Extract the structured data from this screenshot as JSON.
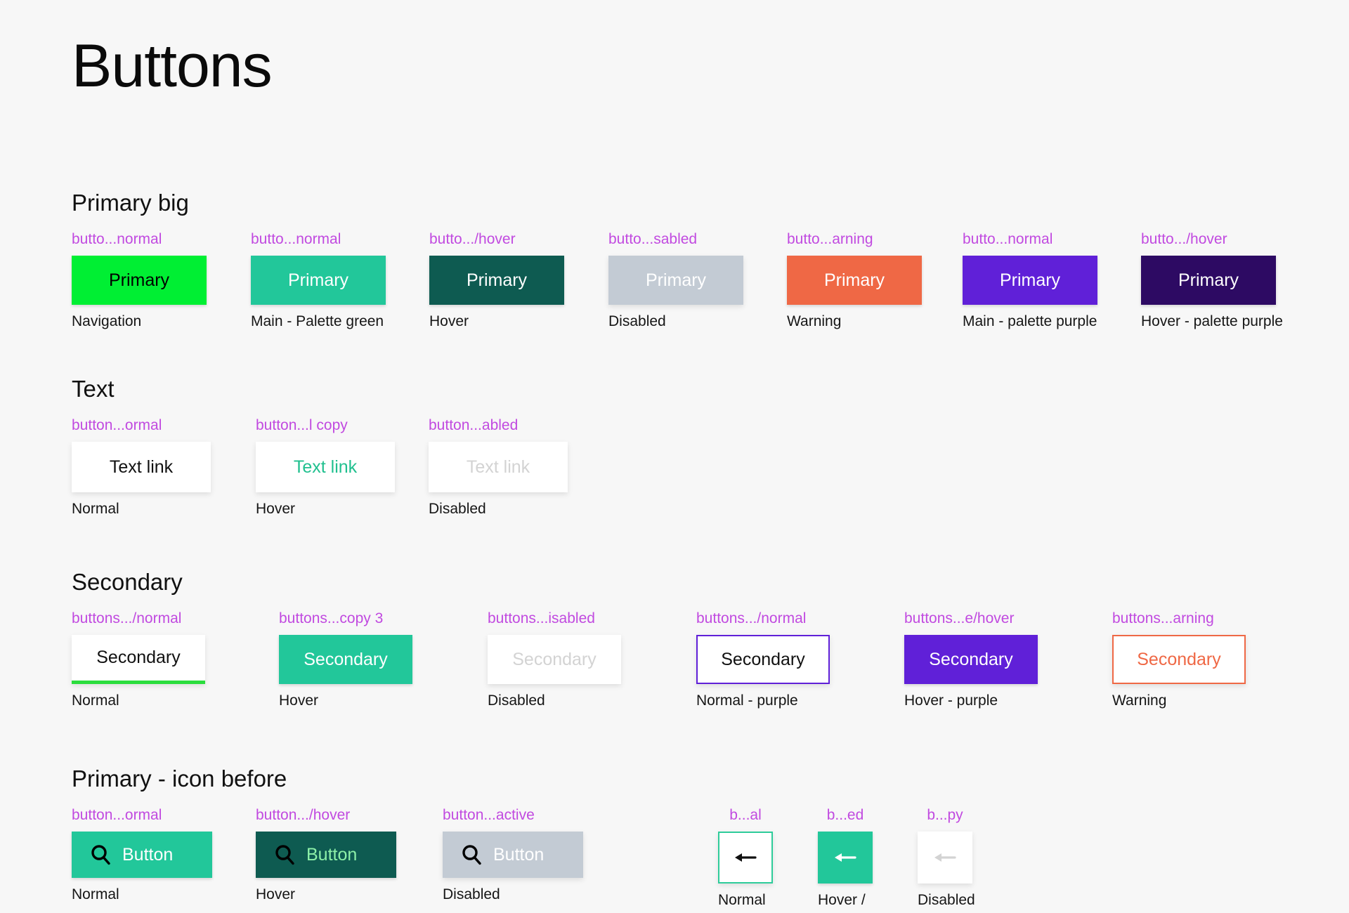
{
  "page": {
    "title": "Buttons",
    "background": "#f7f7f7",
    "label_color": "#c14ae0",
    "caption_color": "#151515"
  },
  "sections": [
    {
      "id": "primary-big",
      "title": "Primary big",
      "items": [
        {
          "label": "butto...normal",
          "text": "Primary",
          "caption": "Navigation",
          "bg": "#00ef33",
          "fg": "#000000",
          "border": "none"
        },
        {
          "label": "butto...normal",
          "text": "Primary",
          "caption": "Main - Palette green",
          "bg": "#22c79a",
          "fg": "#ffffff",
          "border": "none"
        },
        {
          "label": "butto.../hover",
          "text": "Primary",
          "caption": "Hover",
          "bg": "#0e5b51",
          "fg": "#ffffff",
          "border": "none"
        },
        {
          "label": "butto...sabled",
          "text": "Primary",
          "caption": "Disabled",
          "bg": "#c3cbd4",
          "fg": "#ffffff",
          "border": "none"
        },
        {
          "label": "butto...arning",
          "text": "Primary",
          "caption": "Warning",
          "bg": "#ef6845",
          "fg": "#ffffff",
          "border": "none"
        },
        {
          "label": "butto...normal",
          "text": "Primary",
          "caption": "Main - palette purple",
          "bg": "#6020d8",
          "fg": "#ffffff",
          "border": "none"
        },
        {
          "label": "butto.../hover",
          "text": "Primary",
          "caption": "Hover - palette purple",
          "bg": "#2d0a63",
          "fg": "#ffffff",
          "border": "none"
        }
      ]
    },
    {
      "id": "text",
      "title": "Text",
      "items": [
        {
          "label": "button...ormal",
          "text": "Text link",
          "caption": "Normal",
          "bg": "#ffffff",
          "fg": "#111111",
          "border": "none"
        },
        {
          "label": "button...l copy",
          "text": "Text link",
          "caption": "Hover",
          "bg": "#ffffff",
          "fg": "#21c08f",
          "border": "none"
        },
        {
          "label": "button...abled",
          "text": "Text link",
          "caption": "Disabled",
          "bg": "#ffffff",
          "fg": "#d3d3d3",
          "border": "none"
        }
      ]
    },
    {
      "id": "secondary",
      "title": "Secondary",
      "items": [
        {
          "label": "buttons.../normal",
          "text": "Secondary",
          "caption": "Normal",
          "bg": "#ffffff",
          "fg": "#111111",
          "border": "none",
          "underline": "#2bdd3d"
        },
        {
          "label": "buttons...copy 3",
          "text": "Secondary",
          "caption": "Hover",
          "bg": "#22c79a",
          "fg": "#ffffff",
          "border": "none",
          "underline": "none"
        },
        {
          "label": "buttons...isabled",
          "text": "Secondary",
          "caption": "Disabled",
          "bg": "#ffffff",
          "fg": "#d3d3d3",
          "border": "none",
          "underline": "none"
        },
        {
          "label": "buttons.../normal",
          "text": "Secondary",
          "caption": "Normal - purple",
          "bg": "#ffffff",
          "fg": "#111111",
          "border": "2px solid #6020d8",
          "underline": "none"
        },
        {
          "label": "buttons...e/hover",
          "text": "Secondary",
          "caption": "Hover - purple",
          "bg": "#6020d8",
          "fg": "#ffffff",
          "border": "none",
          "underline": "none"
        },
        {
          "label": "buttons...arning",
          "text": "Secondary",
          "caption": "Warning",
          "bg": "#ffffff",
          "fg": "#ef6845",
          "border": "2px solid #ef6845",
          "underline": "none"
        }
      ]
    },
    {
      "id": "primary-icon-before",
      "title": "Primary - icon before",
      "items": [
        {
          "label": "button...ormal",
          "text": "Button",
          "caption": "Normal",
          "bg": "#22c79a",
          "fg": "#ffffff",
          "icon": "search-icon",
          "icon_color": "#000000",
          "border": "none"
        },
        {
          "label": "button.../hover",
          "text": "Button",
          "caption": "Hover",
          "bg": "#0e5b51",
          "fg": "#8df0a8",
          "icon": "search-icon",
          "icon_color": "#000000",
          "border": "none"
        },
        {
          "label": "button...active",
          "text": "Button",
          "caption": "Disabled",
          "bg": "#c3cbd4",
          "fg": "#ffffff",
          "icon": "search-icon",
          "icon_color": "#000000",
          "border": "none"
        }
      ],
      "square_items": [
        {
          "label": "b...al",
          "caption": "Normal",
          "bg": "#ffffff",
          "icon": "arrow-left-icon",
          "icon_color": "#111111",
          "border": "2px solid #2ecc9a"
        },
        {
          "label": "b...ed",
          "caption": "Hover /",
          "bg": "#22c79a",
          "icon": "arrow-left-icon",
          "icon_color": "#ffffff",
          "border": "none"
        },
        {
          "label": "b...py",
          "caption": "Disabled",
          "bg": "#ffffff",
          "icon": "arrow-left-icon",
          "icon_color": "#d3d3d3",
          "border": "none"
        }
      ]
    }
  ]
}
